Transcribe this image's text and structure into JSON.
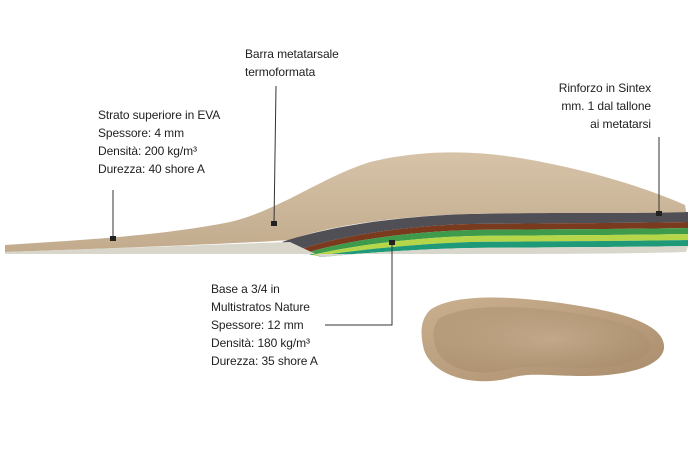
{
  "labels": {
    "metatarsal_bar": {
      "lines": [
        "Barra metatarsale",
        "termoformata"
      ]
    },
    "top_layer": {
      "lines": [
        "Strato superiore in EVA",
        "Spessore: 4 mm",
        "Densità: 200 kg/m³",
        "Durezza: 40 shore A"
      ]
    },
    "reinforcement": {
      "lines": [
        "Rinforzo in Sintex",
        "mm. 1 dal tallone",
        "ai metatarsi"
      ]
    },
    "base": {
      "lines": [
        "Base a 3/4 in",
        "Multistratos Nature",
        "Spessore: 12 mm",
        "Densità: 180 kg/m³",
        "Durezza: 35 shore A"
      ]
    }
  },
  "colors": {
    "insole_top": "#cdb79b",
    "insole_side": "#bfa88a",
    "layer_gray": "#4f4f55",
    "layer_brown": "#7a3a1e",
    "layer_green_dark": "#3e9b4b",
    "layer_green_light": "#b6d64a",
    "layer_teal": "#1f9a78",
    "layer_base": "#d9d6cb",
    "leader_line": "#333333"
  }
}
